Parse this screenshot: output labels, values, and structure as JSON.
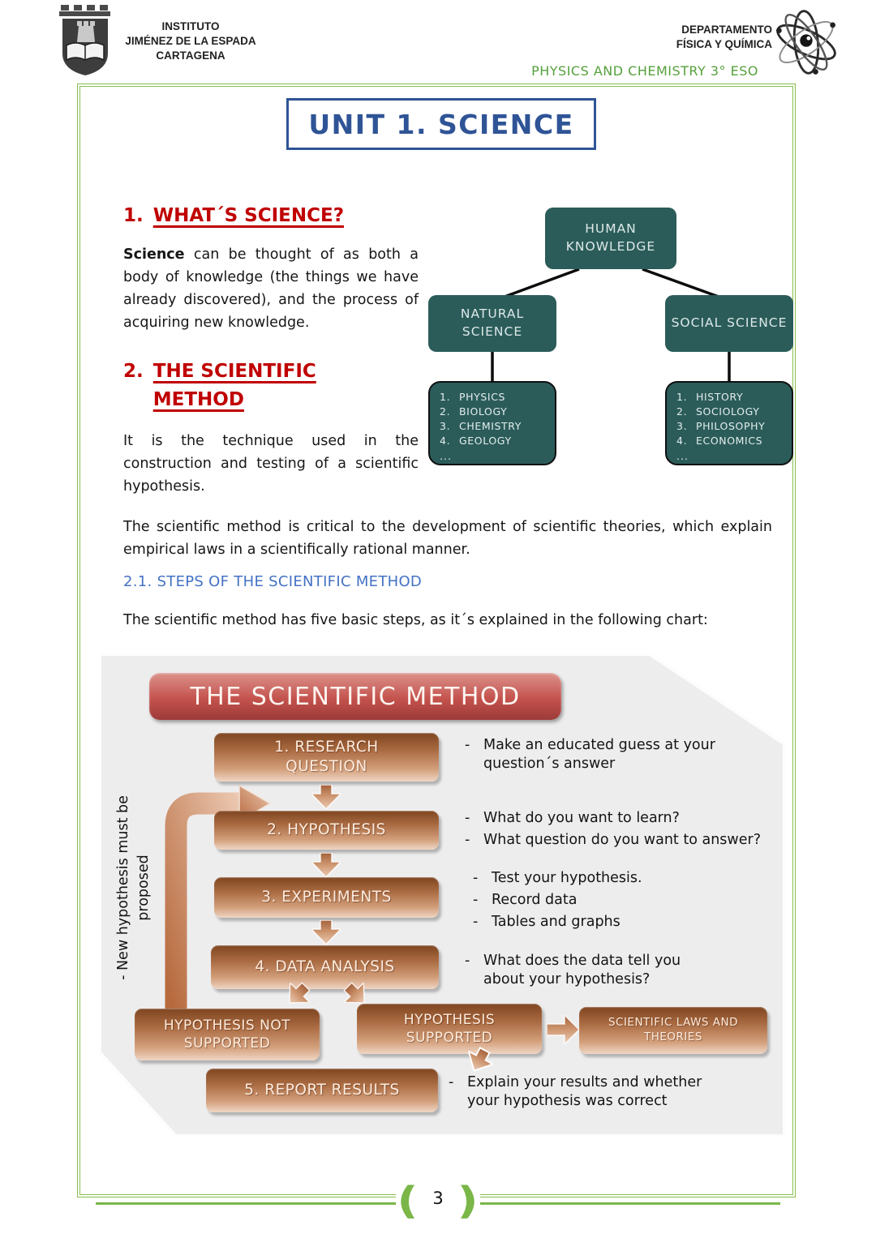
{
  "header": {
    "institute": {
      "line1": "INSTITUTO",
      "line2": "JIMÉNEZ DE LA ESPADA",
      "line3": "CARTAGENA"
    },
    "department": {
      "line1": "DEPARTAMENTO",
      "line2": "FÍSICA Y QUÍMICA"
    },
    "subject": "PHYSICS AND CHEMISTRY 3° ESO"
  },
  "title": "UNIT 1. SCIENCE",
  "section1": {
    "number": "1.",
    "heading": "WHAT´S SCIENCE?",
    "lead_word": "Science",
    "paragraph": " can be thought of as both a body of knowledge (the things we have already discovered), and the process of acquiring new knowledge."
  },
  "knowledge": {
    "root": "HUMAN KNOWLEDGE",
    "natural": {
      "label": "NATURAL SCIENCE",
      "items": [
        "PHYSICS",
        "BIOLOGY",
        "CHEMISTRY",
        "GEOLOGY"
      ],
      "more": "..."
    },
    "social": {
      "label": "SOCIAL SCIENCE",
      "items": [
        "HISTORY",
        "SOCIOLOGY",
        "PHILOSOPHY",
        "ECONOMICS"
      ],
      "more": "..."
    }
  },
  "section2": {
    "number": "2.",
    "heading": "THE SCIENTIFIC METHOD",
    "paragraph": "It is the technique used in the construction and testing of a scientific hypothesis.",
    "paragraph2": "The scientific method is critical to the development of scientific theories, which explain empirical laws in a scientifically rational manner."
  },
  "section21": {
    "heading": "2.1. STEPS OF THE SCIENTIFIC METHOD",
    "paragraph": "The scientific method has five basic steps, as it´s explained in the following chart:"
  },
  "flowchart": {
    "title": "THE SCIENTIFIC METHOD",
    "steps": [
      {
        "label": "1. RESEARCH QUESTION",
        "bullets": [
          "Make an educated guess at your question´s answer"
        ]
      },
      {
        "label": "2. HYPOTHESIS",
        "bullets": [
          "What do you want to learn?",
          "What question do you want to answer?"
        ]
      },
      {
        "label": "3. EXPERIMENTS",
        "bullets": [
          "Test your hypothesis.",
          "Record data",
          "Tables and graphs"
        ]
      },
      {
        "label": "4. DATA ANALYSIS",
        "bullets": [
          "What does the data tell you about your hypothesis?"
        ]
      },
      {
        "label": "5. REPORT RESULTS",
        "bullets": [
          "Explain your results and whether your hypothesis was correct"
        ]
      }
    ],
    "outcome_negative": "HYPOTHESIS NOT SUPPORTED",
    "outcome_positive": "HYPOTHESIS SUPPORTED",
    "result": "SCIENTIFIC LAWS AND THEORIES",
    "loop_label": "- New hypothesis must be proposed"
  },
  "footer": {
    "page_number": "3"
  },
  "colors": {
    "frame_green": "#89bd4e",
    "subject_green": "#55a03c",
    "heading_red": "#c00000",
    "title_blue": "#2f5496",
    "subheading_blue": "#4472c4",
    "teal_box": "#2b5c5a",
    "banner_red": "#c4524d",
    "copper": "#a96a41",
    "chart_bg": "#ededee"
  }
}
